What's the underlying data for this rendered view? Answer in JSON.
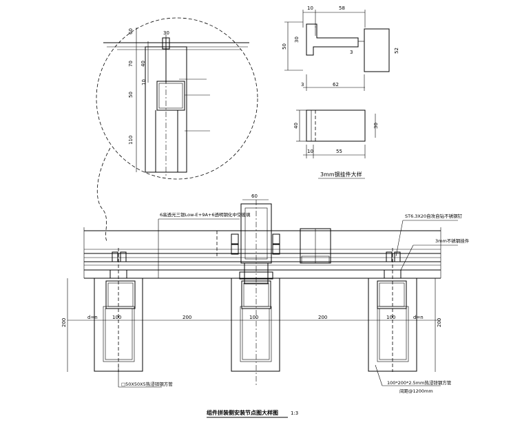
{
  "detail_circle": {
    "dims": [
      "60",
      "30",
      "70",
      "40",
      "10",
      "50",
      "110"
    ]
  },
  "bracket_elevation": {
    "dims": [
      "10",
      "58",
      "50",
      "30",
      "3",
      "52",
      "3",
      "62"
    ]
  },
  "bracket_plan": {
    "dims": [
      "40",
      "30",
      "10",
      "55"
    ],
    "caption": "3mm钢挂件大样"
  },
  "section": {
    "top_dim": "60",
    "callouts": {
      "glass": "6高透光三银Low-E+9A+6透明钢化中空玻璃",
      "bolt": "ST6.3X20自攻自钻不锈钢钉",
      "plate": "3mm不锈钢挂件",
      "tube50": "□50X50X5热浸锌钢方管",
      "tube100": "100*200*2.5mm热浸锌钢方管",
      "spacing": "间距@1200mm"
    },
    "dims": {
      "spans": [
        "100",
        "200",
        "100",
        "200",
        "100"
      ],
      "side_left": "200",
      "side_right": "200",
      "small_left": "d=n",
      "small_right": "d=n"
    },
    "title": "组件拼装侧安装节点图大样图",
    "scale": "1:3"
  }
}
